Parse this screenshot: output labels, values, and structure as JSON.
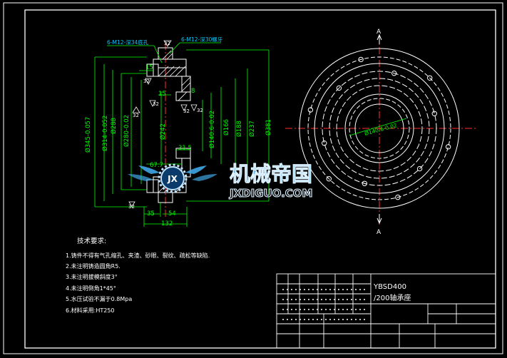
{
  "colors": {
    "background": "#000000",
    "line": "#ffffff",
    "dim": "#00ff00",
    "callout": "#00c8ff",
    "hidden": "#ff3030",
    "logo_blue": "#3fa6e6"
  },
  "callouts": {
    "top_left": "6-M12-深34底孔",
    "top_right": "6-M12-深30螺牙"
  },
  "dims": {
    "d345": "Ø345-0.057",
    "d314": "Ø314-0.052",
    "d288": "Ø288",
    "d280": "Ø280-0.02",
    "d242": "Ø242",
    "d140": "Ø140.6-0.02",
    "d166": "Ø166",
    "d188": "Ø188",
    "d237": "Ø237",
    "d381": "Ø381",
    "l15a": "15",
    "l15b": "15",
    "l8": "8",
    "l67": "67.7",
    "l31": "31.5",
    "l35": "35",
    "l54": "54",
    "l132": "132",
    "r32a": "32",
    "r32b": "32",
    "r32c": "32",
    "r32d": "32",
    "r32e": "32",
    "r32f": "32",
    "r32g": "32",
    "view_a_top": "A",
    "view_a_bottom": "A",
    "view_d": "Ø140.6-0.02"
  },
  "tech": {
    "heading": "技术要求:",
    "items": [
      "1.铸件不得有气孔缩孔、夹渣、砂眼、裂纹、疏松等缺陷.",
      "2.未注明铸造圆角R5.",
      "3.未注明拔模斜度3°",
      "4.未注明倒角1*45°",
      "5.水压试验不漏于0.8Mpa",
      "6.材料采用:HT250"
    ]
  },
  "title_block": {
    "name_line1": "YBSD400",
    "name_line2": "/200轴承座"
  },
  "logo": {
    "badge": "JX",
    "cn": "机械帝国",
    "en": "JXDIGUO.COM"
  }
}
